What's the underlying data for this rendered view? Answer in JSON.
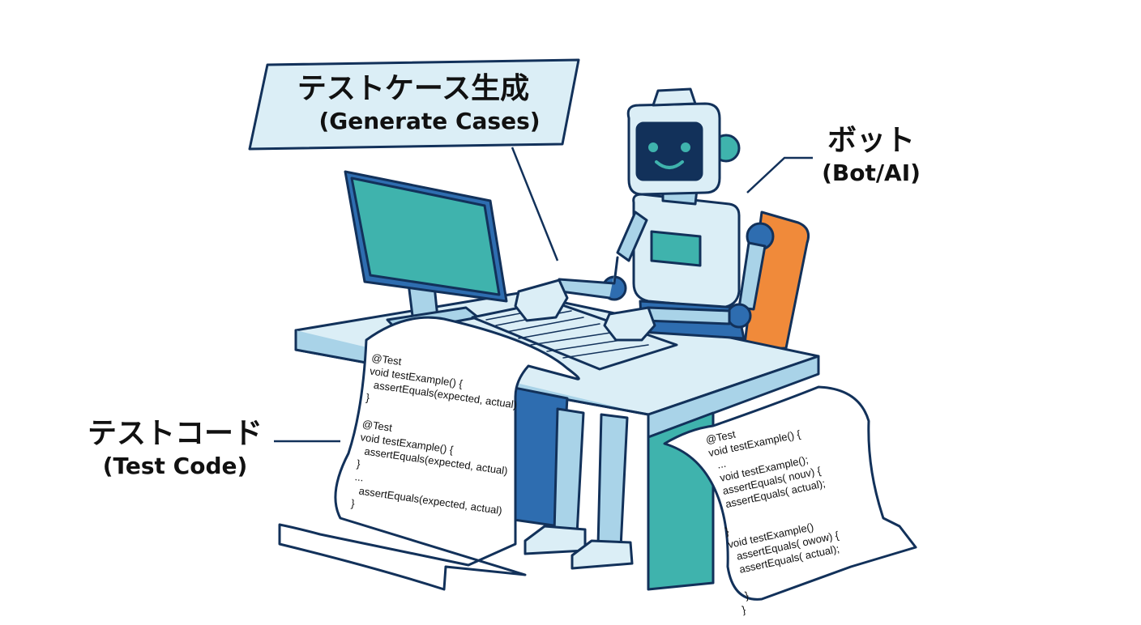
{
  "labels": {
    "generate_cases": {
      "jp": "テストケース生成",
      "en": "(Generate Cases)"
    },
    "bot": {
      "jp": "ボット",
      "en": "(Bot/AI)"
    },
    "test_code": {
      "jp": "テストコード",
      "en": "(Test Code)"
    }
  },
  "scroll_left": {
    "lines": [
      "@Test",
      "void testExample() {",
      "  assertEquals(expected, actual)",
      "}",
      "",
      "@Test",
      "void testExample() {",
      "  assertEquals(expected, actual)",
      "}",
      "...",
      "  assertEquals(expected, actual)",
      "}"
    ]
  },
  "scroll_right": {
    "lines": [
      "@Test",
      "void testExample() {",
      "  ...",
      "  void testExample();",
      "  assertEquals( nouv) {",
      "  assertEquals( actual);",
      "",
      "}",
      "void testExample()",
      "  assertEquals( owow) {",
      "  assertEquals( actual);",
      "",
      "  }",
      "}"
    ]
  },
  "colors": {
    "outline": "#12315a",
    "teal": "#3fb3ad",
    "blue": "#2e6db0",
    "light_blue": "#a9d3e8",
    "pale_blue": "#dbeef6",
    "orange": "#f08a3a"
  }
}
